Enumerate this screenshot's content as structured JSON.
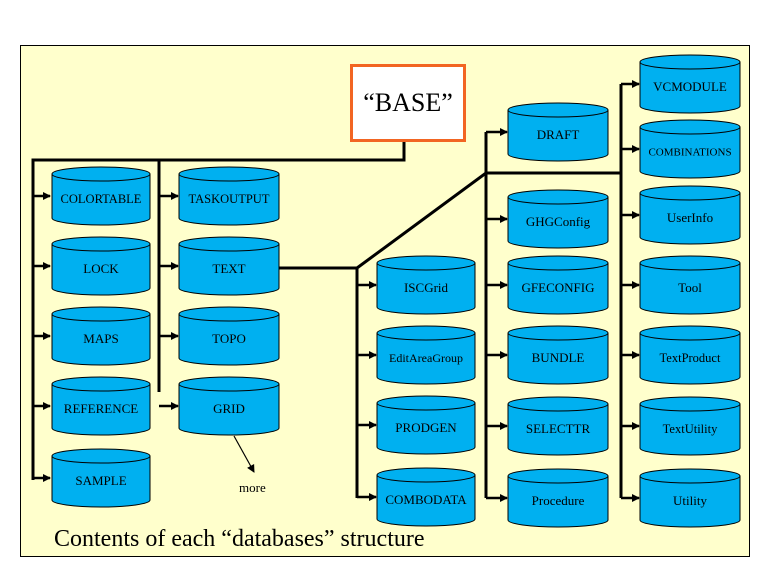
{
  "base_label": "“BASE”",
  "caption": "Contents of each “databases” structure",
  "more_label": "more",
  "colors": {
    "cylinder": "#00b0f0",
    "base_border": "#f26522",
    "panel": "#ffffcc"
  },
  "databases": {
    "col1": [
      "COLORTABLE",
      "LOCK",
      "MAPS",
      "REFERENCE",
      "SAMPLE"
    ],
    "col2": [
      "TASKOUTPUT",
      "TEXT",
      "TOPO",
      "GRID"
    ],
    "col3": [
      "ISCGrid",
      "EditAreaGroup",
      "PRODGEN",
      "COMBODATA"
    ],
    "col4": [
      "DRAFT",
      "GHGConfig",
      "GFECONFIG",
      "BUNDLE",
      "SELECTTR",
      "Procedure"
    ],
    "col5": [
      "VCMODULE",
      "COMBINATIONS",
      "UserInfo",
      "Tool",
      "TextProduct",
      "TextUtility",
      "Utility"
    ]
  }
}
